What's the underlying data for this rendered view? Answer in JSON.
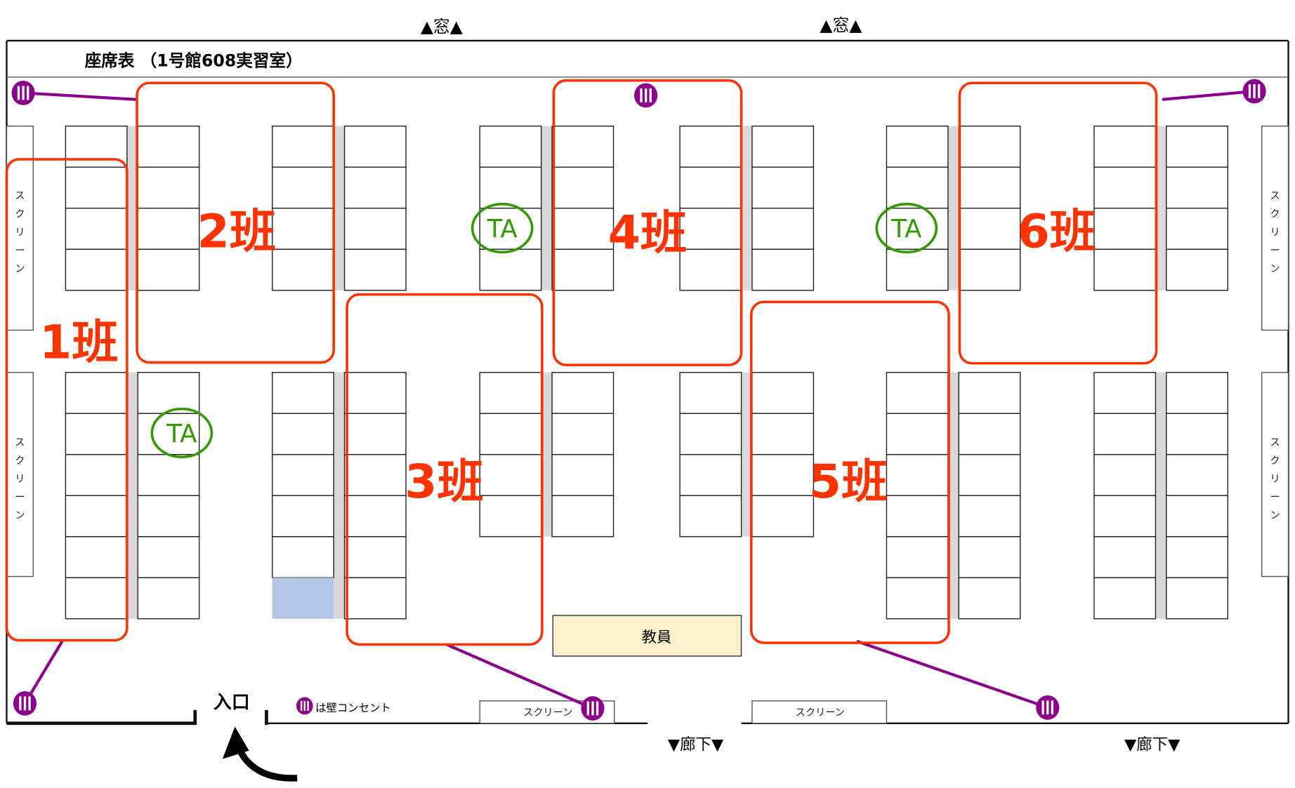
{
  "title": "座席表 （1号館608実習室）",
  "window_labels": [
    "▲窓▲",
    "▲窓▲"
  ],
  "corridor_labels": [
    "▼廊下▼",
    "▼廊下▼"
  ],
  "entrance_label": "入口",
  "outlet_legend": "は壁コンセント",
  "screen_label": "スクリーン",
  "screen_vertical_chars": [
    "ス",
    "ク",
    "リ",
    "ー",
    "ン"
  ],
  "teacher_label": "教員",
  "groups": [
    "1班",
    "2班",
    "3班",
    "4班",
    "5班",
    "6班"
  ],
  "ta_label": "TA",
  "colors": {
    "group": "#ff3300",
    "ta": "#339900",
    "outlet": "#8b008b",
    "teacher_desk": "#fdf0cc",
    "reserved_seat": "#b4c6e7"
  }
}
